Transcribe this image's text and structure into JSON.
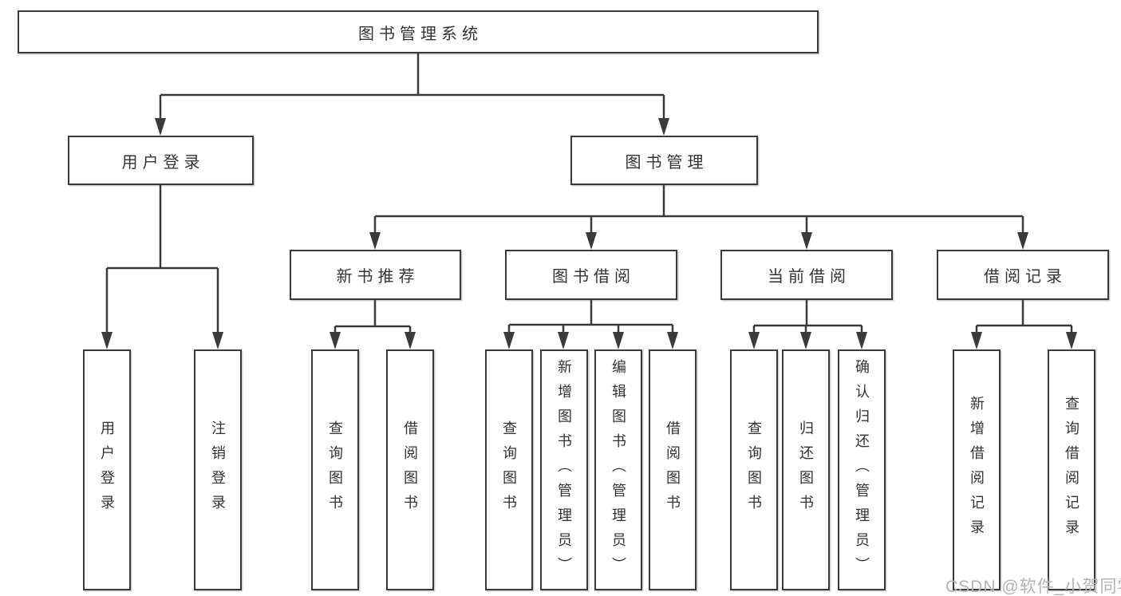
{
  "tree": {
    "label": "图书管理系统",
    "children": [
      {
        "label": "用户登录",
        "children": [
          {
            "label": "用户登录"
          },
          {
            "label": "注销登录"
          }
        ]
      },
      {
        "label": "图书管理",
        "children": [
          {
            "label": "新书推荐",
            "children": [
              {
                "label": "查询图书"
              },
              {
                "label": "借阅图书"
              }
            ]
          },
          {
            "label": "图书借阅",
            "children": [
              {
                "label": "查询图书"
              },
              {
                "label": "新增图书（管理员）"
              },
              {
                "label": "编辑图书（管理员）"
              },
              {
                "label": "借阅图书"
              }
            ]
          },
          {
            "label": "当前借阅",
            "children": [
              {
                "label": "查询图书"
              },
              {
                "label": "归还图书"
              },
              {
                "label": "确认归还（管理员）"
              }
            ]
          },
          {
            "label": "借阅记录",
            "children": [
              {
                "label": "新增借阅记录"
              },
              {
                "label": "查询借阅记录"
              }
            ]
          }
        ]
      }
    ]
  },
  "watermark": "CSDN @软件_小贺同学",
  "colors": {
    "line": "#3a3a3a",
    "text": "#333333",
    "background": "#ffffff",
    "watermark": "#b3b3b3"
  }
}
